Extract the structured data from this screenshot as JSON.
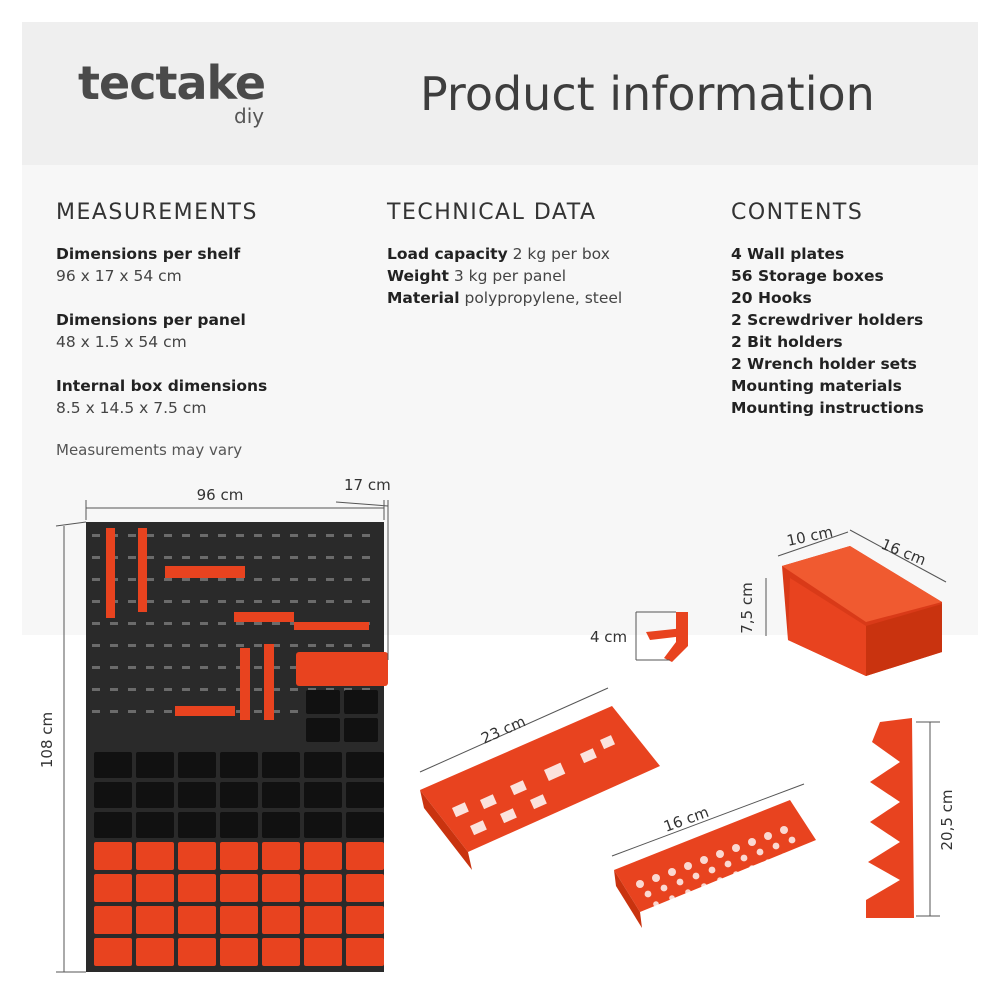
{
  "header": {
    "brand": "tectake",
    "brand_sub": "diy",
    "title": "Product information"
  },
  "measurements": {
    "heading": "MEASUREMENTS",
    "items": [
      {
        "label": "Dimensions per shelf",
        "value": "96 x 17 x 54 cm"
      },
      {
        "label": "Dimensions per panel",
        "value": "48 x 1.5 x 54 cm"
      },
      {
        "label": "Internal box dimensions",
        "value": "8.5 x 14.5 x 7.5 cm"
      }
    ],
    "note": "Measurements may vary"
  },
  "technical": {
    "heading": "TECHNICAL DATA",
    "items": [
      {
        "label": "Load capacity",
        "value": "2 kg per box"
      },
      {
        "label": "Weight",
        "value": "3 kg per panel"
      },
      {
        "label": "Material",
        "value": "polypropylene, steel"
      }
    ]
  },
  "contents": {
    "heading": "CONTENTS",
    "items": [
      "4 Wall plates",
      "56 Storage boxes",
      "20 Hooks",
      "2 Screwdriver holders",
      "2 Bit holders",
      "2 Wrench holder sets",
      "Mounting materials",
      "Mounting instructions"
    ]
  },
  "dimensions": {
    "width": "96 cm",
    "depth": "17 cm",
    "height": "108 cm",
    "hook": "4 cm",
    "box_w": "10 cm",
    "box_d": "16 cm",
    "box_h": "7,5 cm",
    "screwdriver": "23 cm",
    "bit": "16 cm",
    "wrench": "20,5 cm"
  },
  "colors": {
    "accent": "#e8431f",
    "panel": "#2a2a2a",
    "header_bg": "#efefef"
  }
}
